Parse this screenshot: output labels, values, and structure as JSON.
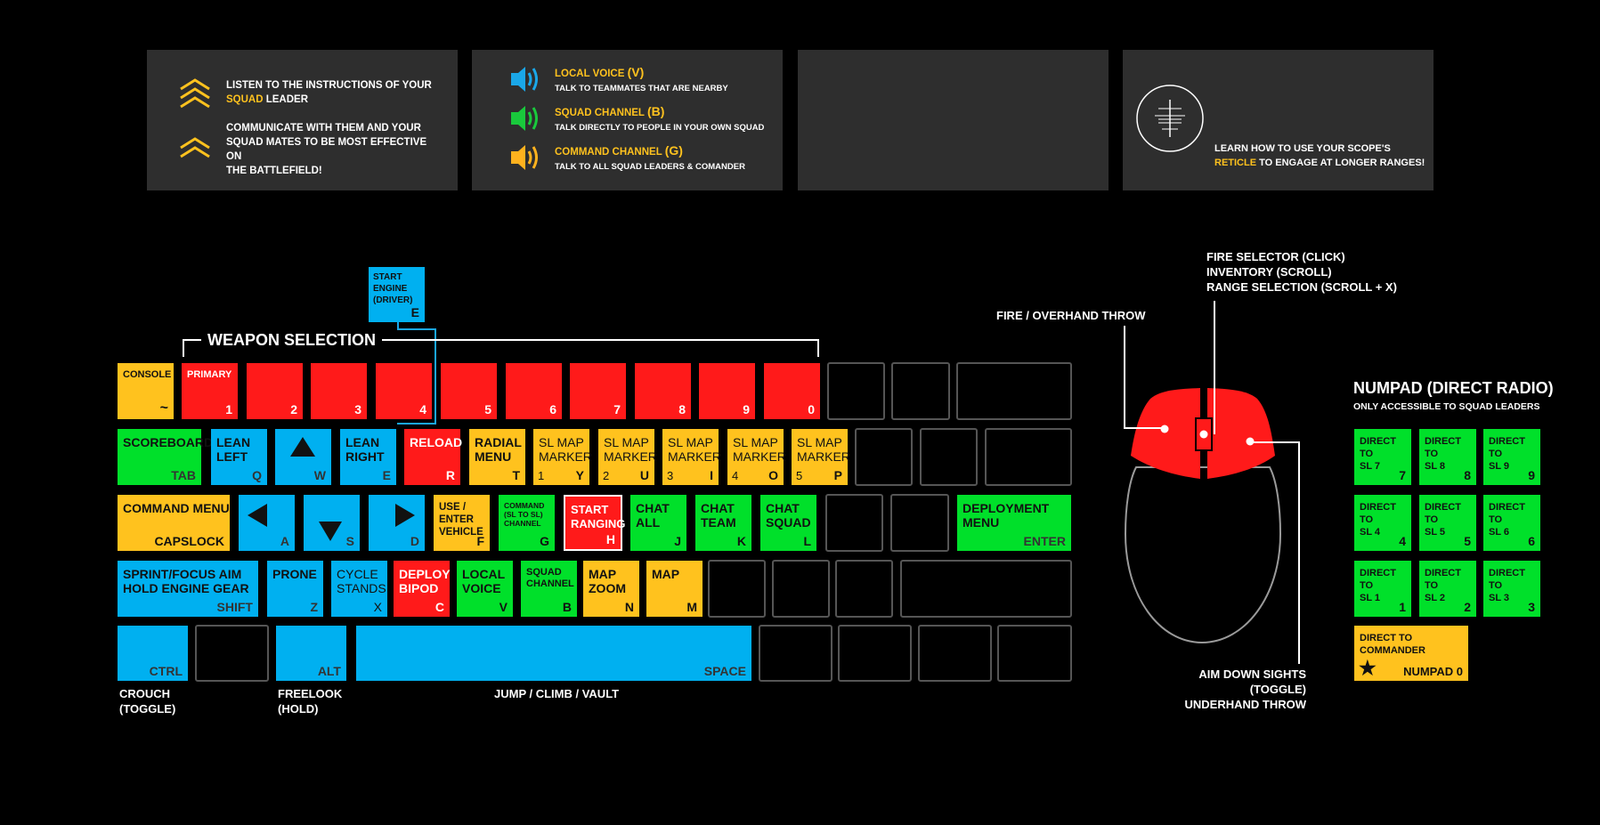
{
  "panels": {
    "squad": {
      "line1_pre": "LISTEN TO THE INSTRUCTIONS OF YOUR",
      "line1_hl": "SQUAD",
      "line1_post": "LEADER",
      "line2": "COMMUNICATE WITH THEM AND YOUR\nSQUAD MATES TO BE MOST EFFECTIVE ON\nTHE BATTLEFIELD!"
    },
    "voice": [
      {
        "title": "LOCAL VOICE",
        "hotkey": "(V)",
        "desc": "TALK TO TEAMMATES THAT ARE NEARBY",
        "color": "#1aa7e8"
      },
      {
        "title": "SQUAD CHANNEL",
        "hotkey": "(B)",
        "desc": "TALK DIRECTLY TO PEOPLE IN YOUR OWN SQUAD",
        "color": "#19c93c"
      },
      {
        "title": "COMMAND CHANNEL",
        "hotkey": "(G)",
        "desc": "TALK TO ALL SQUAD LEADERS & COMANDER",
        "color": "#ffb21e"
      }
    ],
    "scope": {
      "line1": "LEARN HOW TO USE YOUR SCOPE'S",
      "hl": "RETICLE",
      "line2": "TO ENGAGE AT LONGER RANGES!"
    }
  },
  "labels": {
    "weapon_selection": "WEAPON SELECTION",
    "start_engine": "START\nENGINE\n(DRIVER)",
    "start_engine_key": "E",
    "crouch": "CROUCH\n(TOGGLE)",
    "freelook": "FREELOOK\n(HOLD)",
    "jump": "JUMP / CLIMB / VAULT"
  },
  "keyboard": {
    "row1": [
      {
        "label": "CONSOLE",
        "key": "~",
        "color": "yellow"
      },
      {
        "label": "PRIMARY",
        "key": "1",
        "color": "red"
      },
      {
        "label": "",
        "key": "2",
        "color": "red"
      },
      {
        "label": "",
        "key": "3",
        "color": "red"
      },
      {
        "label": "",
        "key": "4",
        "color": "red"
      },
      {
        "label": "",
        "key": "5",
        "color": "red"
      },
      {
        "label": "",
        "key": "6",
        "color": "red"
      },
      {
        "label": "",
        "key": "7",
        "color": "red"
      },
      {
        "label": "",
        "key": "8",
        "color": "red"
      },
      {
        "label": "",
        "key": "9",
        "color": "red"
      },
      {
        "label": "",
        "key": "0",
        "color": "red"
      }
    ],
    "row2": [
      {
        "label": "SCOREBOARD",
        "key": "TAB",
        "color": "green"
      },
      {
        "label": "LEAN\nLEFT",
        "key": "Q",
        "color": "blue"
      },
      {
        "label": "",
        "key": "W",
        "color": "blue",
        "icon": "arrow-up"
      },
      {
        "label": "LEAN\nRIGHT",
        "key": "E",
        "color": "blue"
      },
      {
        "label": "RELOAD",
        "key": "R",
        "color": "red"
      },
      {
        "label": "RADIAL\nMENU",
        "key": "T",
        "color": "yellow"
      },
      {
        "label": "SL MAP\nMARKER",
        "num": "1",
        "key": "Y",
        "color": "yellow"
      },
      {
        "label": "SL MAP\nMARKER",
        "num": "2",
        "key": "U",
        "color": "yellow"
      },
      {
        "label": "SL MAP\nMARKER",
        "num": "3",
        "key": "I",
        "color": "yellow"
      },
      {
        "label": "SL MAP\nMARKER",
        "num": "4",
        "key": "O",
        "color": "yellow"
      },
      {
        "label": "SL MAP\nMARKER",
        "num": "5",
        "key": "P",
        "color": "yellow"
      }
    ],
    "row3": [
      {
        "label": "COMMAND MENU",
        "key": "CAPSLOCK",
        "color": "yellow"
      },
      {
        "label": "",
        "key": "A",
        "color": "blue",
        "icon": "arrow-left"
      },
      {
        "label": "",
        "key": "S",
        "color": "blue",
        "icon": "arrow-down"
      },
      {
        "label": "",
        "key": "D",
        "color": "blue",
        "icon": "arrow-right"
      },
      {
        "label": "USE /\nENTER\nVEHICLE",
        "key": "F",
        "color": "yellow"
      },
      {
        "label": "COMMAND\n(SL TO SL)\nCHANNEL",
        "key": "G",
        "color": "green"
      },
      {
        "label": "START\nRANGING",
        "key": "H",
        "color": "red"
      },
      {
        "label": "CHAT\nALL",
        "key": "J",
        "color": "green"
      },
      {
        "label": "CHAT\nTEAM",
        "key": "K",
        "color": "green"
      },
      {
        "label": "CHAT\nSQUAD",
        "key": "L",
        "color": "green"
      },
      {
        "label": "DEPLOYMENT\nMENU",
        "key": "ENTER",
        "color": "green"
      }
    ],
    "row4": [
      {
        "label": "SPRINT/FOCUS AIM\nHOLD ENGINE GEAR",
        "key": "SHIFT",
        "color": "blue"
      },
      {
        "label": "PRONE",
        "key": "Z",
        "color": "blue"
      },
      {
        "label": "CYCLE\nSTANDS",
        "key": "X",
        "color": "blue"
      },
      {
        "label": "DEPLOY\nBIPOD",
        "key": "C",
        "color": "red"
      },
      {
        "label": "LOCAL\nVOICE",
        "key": "V",
        "color": "green"
      },
      {
        "label": "SQUAD\nCHANNEL",
        "key": "B",
        "color": "green"
      },
      {
        "label": "MAP\nZOOM",
        "key": "N",
        "color": "yellow"
      },
      {
        "label": "MAP",
        "key": "M",
        "color": "yellow"
      }
    ],
    "row5": [
      {
        "label": "",
        "key": "CTRL",
        "color": "blue"
      },
      {
        "label": "",
        "key": "ALT",
        "color": "blue"
      },
      {
        "label": "",
        "key": "SPACE",
        "color": "blue"
      }
    ]
  },
  "mouse": {
    "fire": "FIRE / OVERHAND THROW",
    "wheel": "FIRE SELECTOR (CLICK)\nINVENTORY (SCROLL)\nRANGE SELECTION (SCROLL + X)",
    "right": "AIM DOWN SIGHTS (TOGGLE)\nUNDERHAND THROW"
  },
  "numpad": {
    "title": "NUMPAD (DIRECT RADIO)",
    "subtitle": "ONLY ACCESSIBLE TO SQUAD LEADERS",
    "keys": [
      {
        "label": "DIRECT TO\nSL 7",
        "key": "7"
      },
      {
        "label": "DIRECT TO\nSL 8",
        "key": "8"
      },
      {
        "label": "DIRECT TO\nSL 9",
        "key": "9"
      },
      {
        "label": "DIRECT TO\nSL 4",
        "key": "4"
      },
      {
        "label": "DIRECT TO\nSL 5",
        "key": "5"
      },
      {
        "label": "DIRECT TO\nSL 6",
        "key": "6"
      },
      {
        "label": "DIRECT TO\nSL 1",
        "key": "1"
      },
      {
        "label": "DIRECT TO\nSL 2",
        "key": "2"
      },
      {
        "label": "DIRECT TO\nSL 3",
        "key": "3"
      }
    ],
    "commander": {
      "label": "DIRECT TO\nCOMMANDER",
      "key": "NUMPAD 0"
    }
  }
}
